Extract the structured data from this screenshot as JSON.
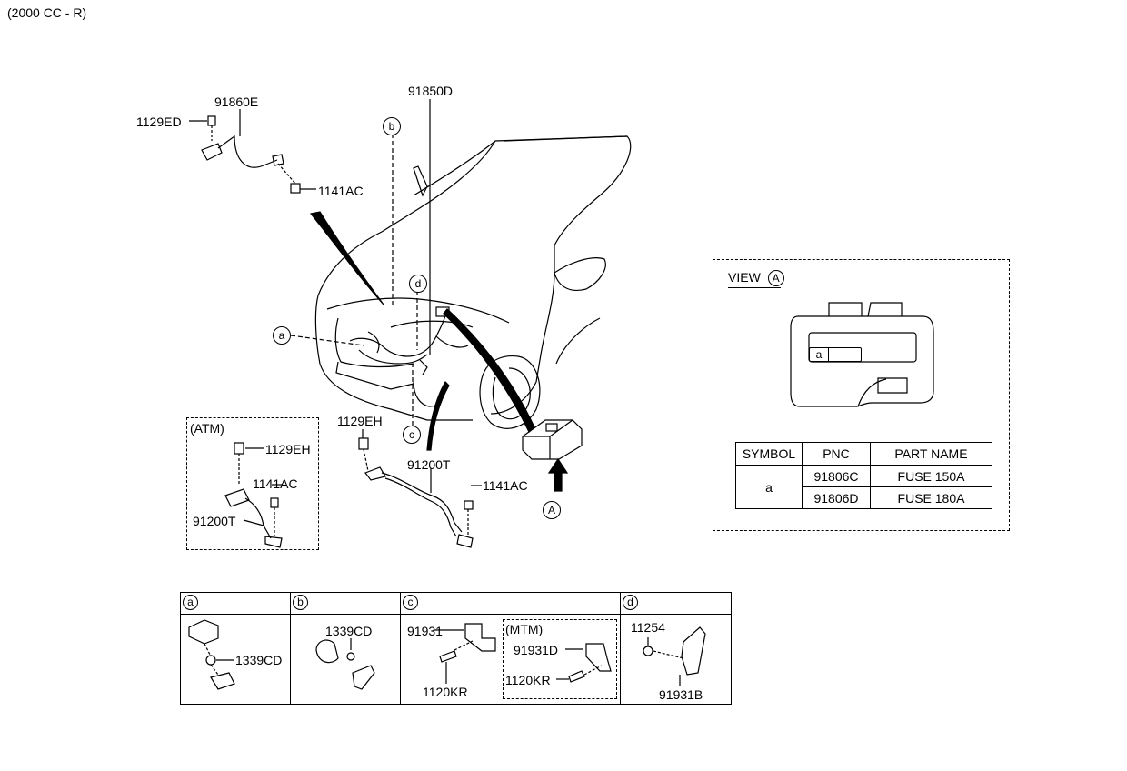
{
  "variant": "(2000 CC - R)",
  "callouts": {
    "p91860E": "91860E",
    "p1129ED": "1129ED",
    "p1141AC_top": "1141AC",
    "p91850D": "91850D",
    "p1129EH_atm": "1129EH",
    "p1141AC_atm": "1141AC",
    "p91200T_atm": "91200T",
    "p1129EH_mid": "1129EH",
    "p91200T_mid": "91200T",
    "p1141AC_mid": "1141AC"
  },
  "markers": {
    "a": "a",
    "b": "b",
    "c": "c",
    "d": "d",
    "A": "A"
  },
  "atm_box": {
    "title": "(ATM)"
  },
  "view_box": {
    "title": "VIEW",
    "marker": "A",
    "fuse_symbol": "a",
    "table": {
      "headers": [
        "SYMBOL",
        "PNC",
        "PART NAME"
      ],
      "symbol": "a",
      "rows": [
        {
          "pnc": "91806C",
          "part_name": "FUSE 150A"
        },
        {
          "pnc": "91806D",
          "part_name": "FUSE 180A"
        }
      ]
    }
  },
  "details": {
    "a": {
      "header": "a",
      "parts": [
        "1339CD"
      ]
    },
    "b": {
      "header": "b",
      "parts": [
        "1339CD"
      ]
    },
    "c": {
      "header": "c",
      "parts": [
        "91931",
        "1120KR"
      ],
      "mtm_title": "(MTM)",
      "mtm_parts": [
        "91931D",
        "1120KR"
      ]
    },
    "d": {
      "header": "d",
      "parts": [
        "11254",
        "91931B"
      ]
    }
  }
}
